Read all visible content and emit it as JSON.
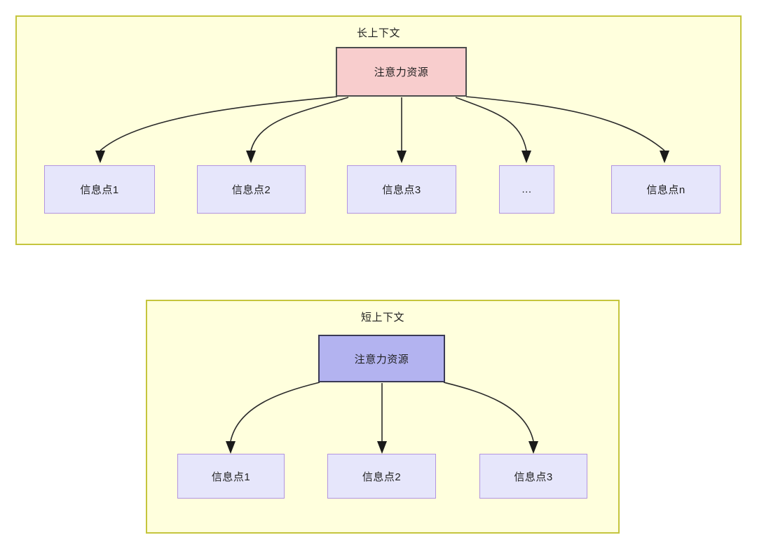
{
  "diagram": {
    "title_long": "长上下文",
    "title_short": "短上下文",
    "colors": {
      "panel_fill": "#ffffdd",
      "panel_border": "#c5c53d",
      "root_long_fill": "#f8cdcd",
      "root_long_border": "#4d4d4d",
      "root_short_fill": "#b3b3f0",
      "root_short_border": "#3a3a55",
      "info_fill": "#e6e6fb",
      "info_border": "#b294e0",
      "edge_stroke": "#2b2b2b",
      "text": "#1f1f1f"
    }
  },
  "long_context": {
    "panel_label": "长上下文",
    "root": {
      "label": "注意力资源"
    },
    "children": [
      {
        "label": "信息点1"
      },
      {
        "label": "信息点2"
      },
      {
        "label": "信息点3"
      },
      {
        "label": "..."
      },
      {
        "label": "信息点n"
      }
    ]
  },
  "short_context": {
    "panel_label": "短上下文",
    "root": {
      "label": "注意力资源"
    },
    "children": [
      {
        "label": "信息点1"
      },
      {
        "label": "信息点2"
      },
      {
        "label": "信息点3"
      }
    ]
  }
}
